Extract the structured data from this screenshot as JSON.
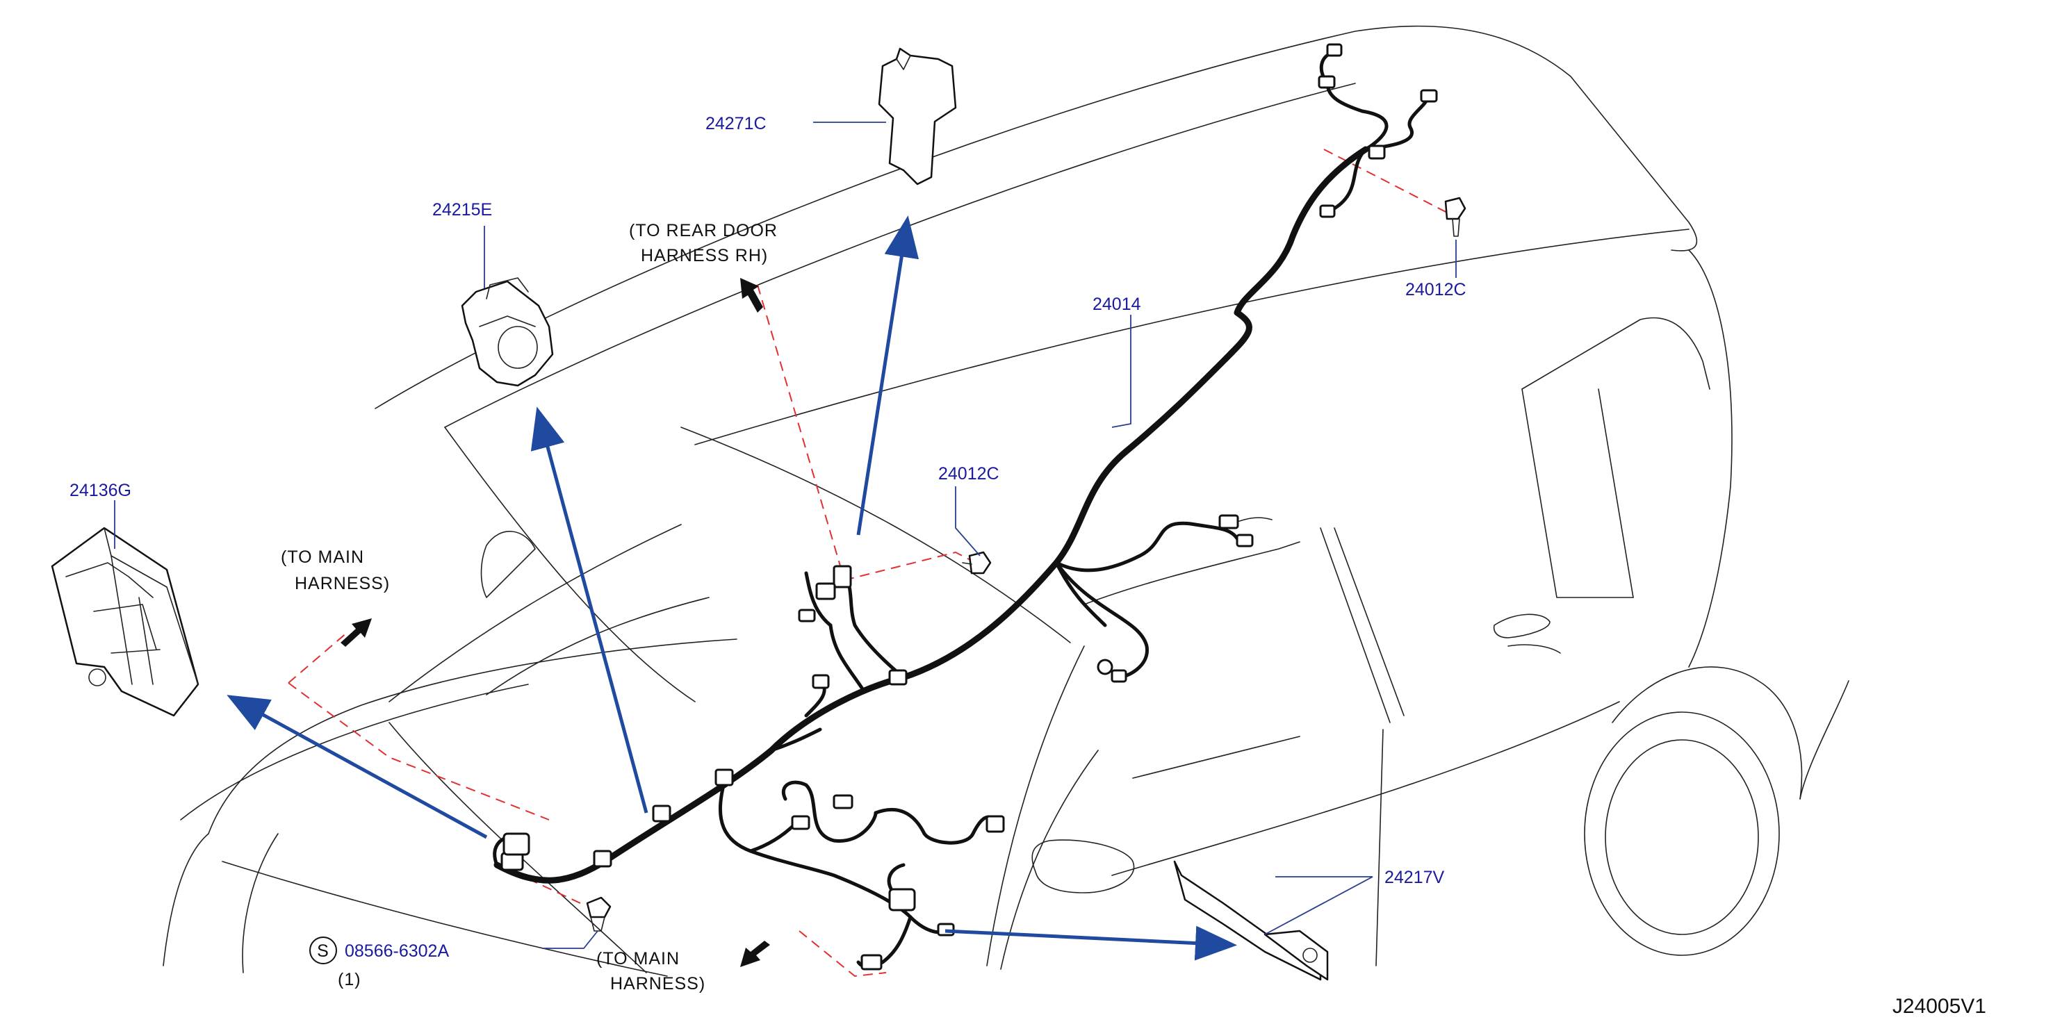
{
  "colors": {
    "label_text": "#1a1aa0",
    "pointer_arrow": "#1f4aa0",
    "dashed_guide": "#e23030",
    "harness": "#111111",
    "outline": "#222222"
  },
  "parts": {
    "p24271c": "24271C",
    "p24215e": "24215E",
    "p24136g": "24136G",
    "p24014": "24014",
    "p24012c_upper": "24012C",
    "p24012c_center": "24012C",
    "p24217v": "24217V",
    "p08566": "08566-6302A"
  },
  "screw_symbol": "S",
  "screw_qty": "(1)",
  "notes": {
    "rear_door_line1": "(TO  REAR  DOOR",
    "rear_door_line2": "HARNESS  RH)",
    "main_upper_line1": "(TO  MAIN",
    "main_upper_line2": "HARNESS)",
    "main_lower_line1": "(TO  MAIN",
    "main_lower_line2": "HARNESS)"
  },
  "diagram_code": "J24005V1",
  "icons": {
    "direction_arrow": "black-arrow-icon",
    "pointer_arrow": "blue-arrow-icon",
    "screw": "screw-icon"
  }
}
